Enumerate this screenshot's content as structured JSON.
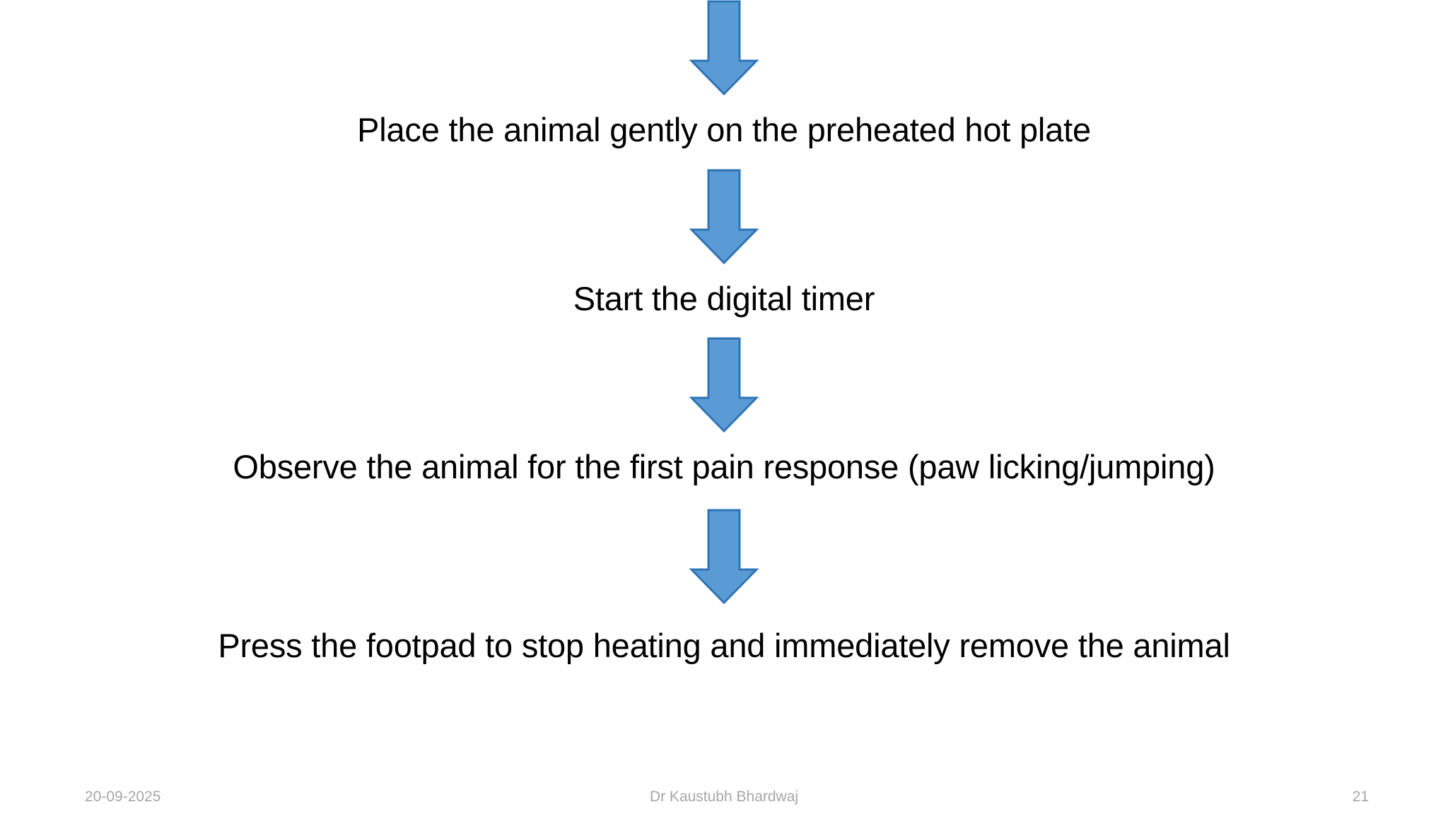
{
  "slide": {
    "background_color": "#FFFFFF",
    "text_color": "#000000"
  },
  "arrow": {
    "icon": "down-arrow-icon",
    "fill_color": "#5B9BD5",
    "stroke_color": "#2E74B5"
  },
  "flow": {
    "steps": [
      {
        "text": "Place the animal gently on the preheated hot plate"
      },
      {
        "text": "Start the digital timer"
      },
      {
        "text": "Observe the animal for the first pain response (paw licking/jumping)"
      },
      {
        "text": "Press the footpad to stop heating and immediately remove the animal"
      }
    ]
  },
  "footer": {
    "date": "20-09-2025",
    "center_text": "Dr Kaustubh Bhardwaj",
    "page_number": "21",
    "color": "#A6A6A6"
  }
}
